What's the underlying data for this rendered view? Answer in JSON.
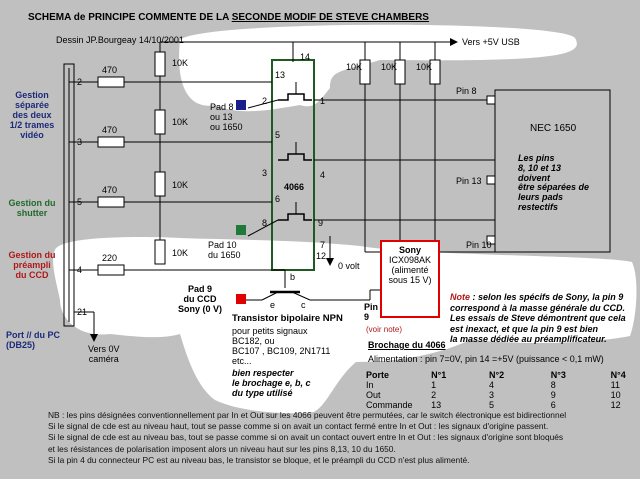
{
  "title": {
    "prefix": "SCHEMA de PRINCIPE COMMENTE DE LA ",
    "underlined": "SECONDE MODIF DE STEVE CHAMBERS"
  },
  "author_line": "Dessin JP.Bourgeay  14/10/2001",
  "supply_label": "Vers +5V USB",
  "groups": {
    "trames": "Gestion\nséparée\ndes deux\n1/2 trames\nvidéo",
    "shutter": "Gestion du\nshutter",
    "preampli": "Gestion du\npréampli\ndu CCD",
    "port": "Port // du PC\n(DB25)"
  },
  "port_pins": [
    "2",
    "3",
    "5",
    "4",
    "21"
  ],
  "resistors": {
    "series": [
      "470",
      "470",
      "470",
      "220"
    ],
    "pullups_left": [
      "10K",
      "10K",
      "10K",
      "10K"
    ],
    "pullups_top": [
      "10K",
      "10K",
      "10K"
    ]
  },
  "chip": {
    "name": "4066",
    "pins": [
      "14",
      "13",
      "2",
      "1",
      "5",
      "3",
      "4",
      "6",
      "8",
      "9",
      "7",
      "12"
    ]
  },
  "pads": {
    "pad_top": "Pad 8\nou 13\nou 1650",
    "pad_bottom": "Pad 10\ndu 1650",
    "pad_ccd": "Pad 9\ndu CCD\nSony (0 V)",
    "colors": {
      "pad_top": "#1a1f8a",
      "pad_bottom": "#1f7a3a",
      "pad_ccd": "#e00000"
    }
  },
  "zero_volt": "0 volt",
  "nec": {
    "name": "NEC 1650",
    "pins": [
      "Pin 8",
      "Pin 13",
      "Pin 10"
    ],
    "note": "Les pins\n8, 10 et 13\ndoivent\nêtre séparées de\nleurs pads\nrestectifs"
  },
  "sony_box": {
    "title": "Sony",
    "part": "ICX098AK",
    "sub": "(alimenté\nsous 15 V)"
  },
  "pin9": {
    "label": "Pin\n9",
    "note": "(voir note)"
  },
  "note_sony": {
    "prefix": "Note",
    "text": " : selon les spécifs de Sony, la pin 9\ncorrespond à la masse générale du CCD.\nLes essais de Steve démontrent que cela\nest inexact, et que la pin 9 est bien\nla masse dédiée au préamplificateur."
  },
  "transistor": {
    "title": "Transistor bipolaire NPN",
    "pins": [
      "e",
      "c",
      "b"
    ],
    "body": "pour petits signaux\nBC182, ou\nBC107 , BC109, 2N1711\netc...",
    "advice": "bien respecter\nle brochage e, b, c\ndu type utilisé"
  },
  "vers_camera": "Vers 0V\ncaméra",
  "brochage": {
    "title": "Brochage du 4066",
    "supply": "Alimentation : pin 7=0V, pin 14 =+5V (puissance < 0,1 mW)",
    "headers": [
      "Porte",
      "N°1",
      "N°2",
      "N°3",
      "N°4"
    ],
    "rows": [
      [
        "In",
        "1",
        "4",
        "8",
        "11"
      ],
      [
        "Out",
        "2",
        "3",
        "9",
        "10"
      ],
      [
        "Commande",
        "13",
        "5",
        "6",
        "12"
      ]
    ]
  },
  "nb_text": "NB : les pins désignées conventionnellement par In et Out sur les 4066 peuvent être permutées, car le switch électronique est bidirectionnel\nSi le signal de cde est au niveau haut, tout se passe comme si on avait un contact fermé entre In et Out : les signaux d'origine passent.\nSi le signal de cde est au niveau bas, tout se passe comme si on avait un contact ouvert entre In et Out : les signaux d'origine sont bloqués\net les résistances de polarisation imposent alors un niveau haut sur les pins 8,13, 10 du 1650.\nSi la pin 4 du connecteur PC est au niveau bas, le transistor se bloque, et le préampli du CCD n'est plus alimenté."
}
